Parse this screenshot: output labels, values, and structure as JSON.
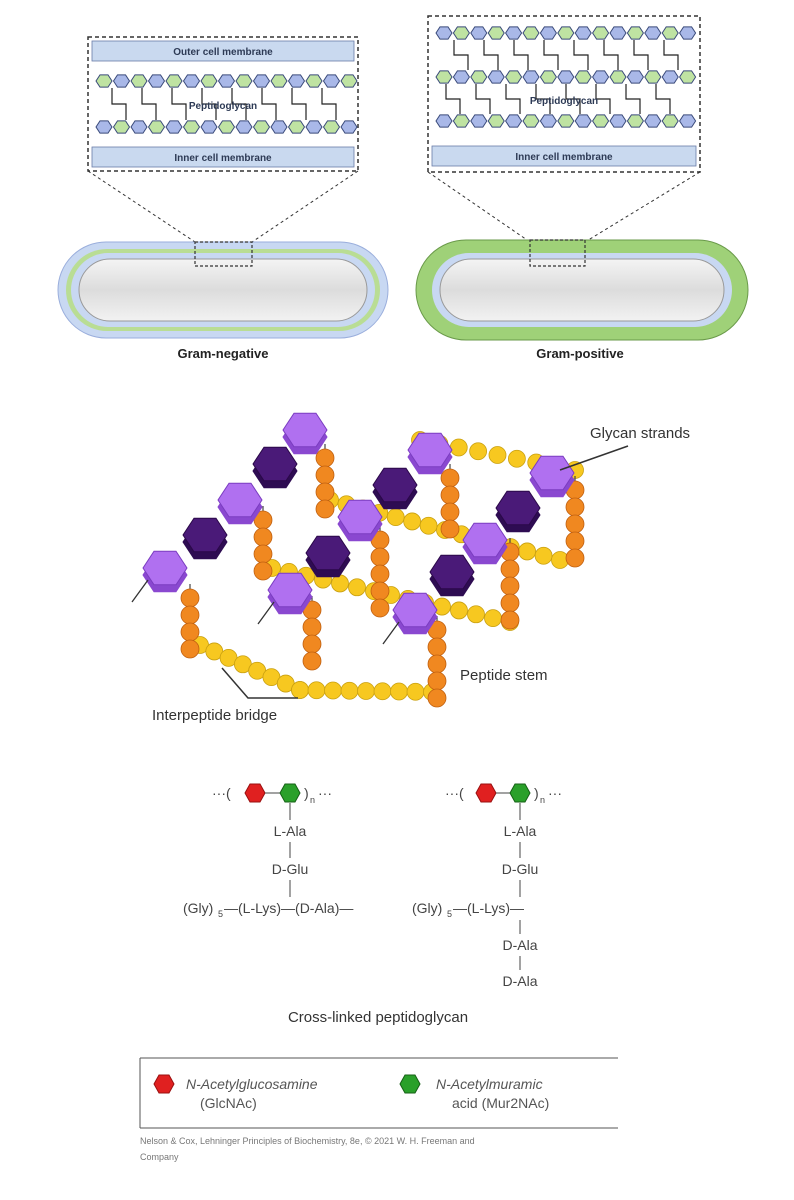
{
  "panel_cell_walls": {
    "gram_negative": {
      "outer_membrane": "Outer cell membrane",
      "peptidoglycan": "Peptidoglycan",
      "inner_membrane": "Inner cell membrane",
      "caption": "Gram-negative"
    },
    "gram_positive": {
      "peptidoglycan": "Peptidoglycan",
      "inner_membrane": "Inner cell membrane",
      "caption": "Gram-positive"
    }
  },
  "panel_3d": {
    "glycan_label": "Glycan strands",
    "peptide_label": "Peptide stem",
    "bridge_label": "Interpeptide bridge"
  },
  "panel_chem": {
    "left": {
      "repeat_open": "···(",
      "repeat_close": ")",
      "repeat_sub": "n",
      "repeat_tail": "···",
      "ala": "L-Ala",
      "glu": "D-Glu",
      "bridge": "(Gly)",
      "bridge_sub": "5",
      "lys": "—(L-Lys)—(D-Ala)—"
    },
    "right": {
      "repeat_open": "···(",
      "repeat_close": ")",
      "repeat_sub": "n",
      "repeat_tail": "···",
      "ala": "L-Ala",
      "glu": "D-Glu",
      "bridge": "(Gly)",
      "bridge_sub": "5",
      "lys": "—(L-Lys)—",
      "ala2": "D-Ala",
      "ala3": "D-Ala"
    },
    "title": "Cross-linked peptidoglycan"
  },
  "legend": {
    "glcnac_name": "N-Acetylglucosamine",
    "glcnac_abbr": "(GlcNAc)",
    "murnac_name": "N-Acetylmuramic",
    "murnac_abbr": "acid (Mur2NAc)",
    "colors": {
      "glcnac": "#e02020",
      "murnac": "#2aa02a"
    }
  },
  "citation": {
    "line1": "Nelson & Cox, Lehninger Principles of Biochemistry, 8e, © 2021 W. H. Freeman and",
    "line2": "Company"
  }
}
